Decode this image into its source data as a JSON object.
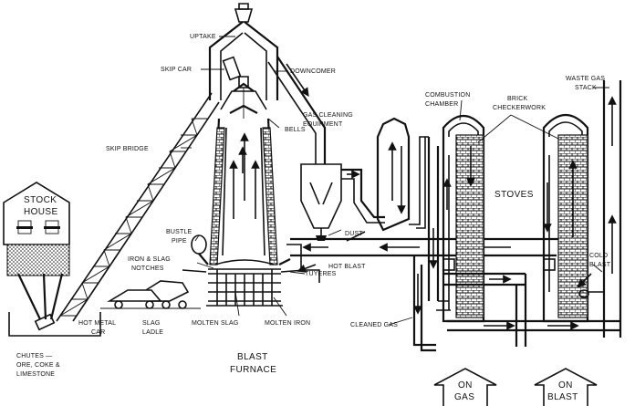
{
  "labels": {
    "uptake": "UPTAKE",
    "skip_car": "SKIP CAR",
    "downcomer": "DOWNCOMER",
    "bells": "BELLS",
    "gas_cleaning_1": "GAS CLEANING",
    "gas_cleaning_2": "EQUIPMENT",
    "skip_bridge": "SKIP BRIDGE",
    "stock_house_1": "STOCK",
    "stock_house_2": "HOUSE",
    "bustle_pipe_1": "BUSTLE",
    "bustle_pipe_2": "PIPE",
    "iron_slag_1": "IRON & SLAG",
    "iron_slag_2": "NOTCHES",
    "tuyeres": "TUYERES",
    "hot_blast": "HOT BLAST",
    "dust": "DUST",
    "combustion_1": "COMBUSTION",
    "combustion_2": "CHAMBER",
    "brick_1": "BRICK",
    "brick_2": "CHECKERWORK",
    "waste_gas_1": "WASTE GAS",
    "waste_gas_2": "STACK",
    "stoves": "STOVES",
    "cold_blast_1": "COLD",
    "cold_blast_2": "BLAST",
    "hot_metal_1": "HOT METAL",
    "hot_metal_2": "CAR",
    "slag_ladle_1": "SLAG",
    "slag_ladle_2": "LADLE",
    "molten_slag": "MOLTEN SLAG",
    "molten_iron": "MOLTEN IRON",
    "cleaned_gas": "CLEANED GAS",
    "chutes_1": "CHUTES —",
    "chutes_2": "ORE, COKE &",
    "chutes_3": "LIMESTONE",
    "blast_furnace_1": "BLAST",
    "blast_furnace_2": "FURNACE",
    "on_gas_1": "ON",
    "on_gas_2": "GAS",
    "on_blast_1": "ON",
    "on_blast_2": "BLAST"
  }
}
